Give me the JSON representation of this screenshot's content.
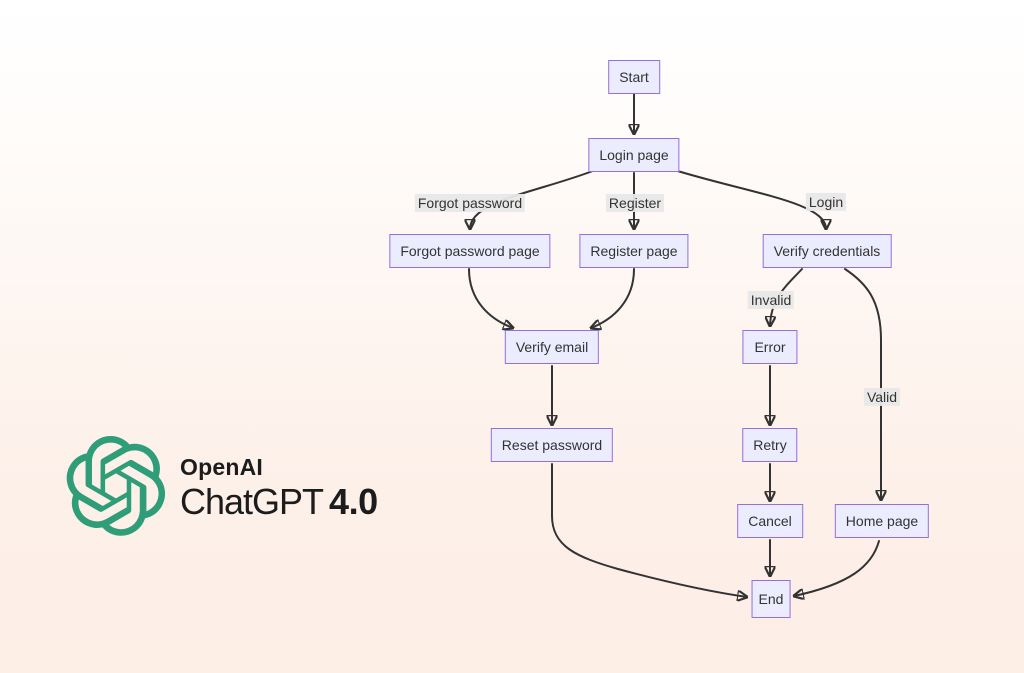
{
  "background": {
    "top_color": "#ffffff",
    "bottom_color": "#fdeee6"
  },
  "branding": {
    "logo_icon": "openai-flower-logo",
    "logo_color": "#2e9d78",
    "name": "OpenAI",
    "product": "ChatGPT",
    "version": "4.0",
    "text_color": "#1c1c1c"
  },
  "diagram": {
    "type": "flowchart",
    "direction": "top-down",
    "style": {
      "node_fill": "#ececff",
      "node_border": "#9370db",
      "node_text_color": "#333333",
      "edge_color": "#333333",
      "edge_label_bg": "#e8e8e8"
    },
    "nodes": {
      "start": {
        "label": "Start"
      },
      "login_page": {
        "label": "Login page"
      },
      "forgot_password_page": {
        "label": "Forgot password page"
      },
      "register_page": {
        "label": "Register page"
      },
      "verify_credentials": {
        "label": "Verify credentials"
      },
      "verify_email": {
        "label": "Verify email"
      },
      "error": {
        "label": "Error"
      },
      "reset_password": {
        "label": "Reset password"
      },
      "retry": {
        "label": "Retry"
      },
      "cancel": {
        "label": "Cancel"
      },
      "home_page": {
        "label": "Home page"
      },
      "end": {
        "label": "End"
      }
    },
    "edge_labels": {
      "forgot_password": "Forgot password",
      "register": "Register",
      "login": "Login",
      "invalid": "Invalid",
      "valid": "Valid"
    },
    "edges": [
      {
        "from": "Start",
        "to": "Login page",
        "label": ""
      },
      {
        "from": "Login page",
        "to": "Forgot password page",
        "label": "Forgot password"
      },
      {
        "from": "Login page",
        "to": "Register page",
        "label": "Register"
      },
      {
        "from": "Login page",
        "to": "Verify credentials",
        "label": "Login"
      },
      {
        "from": "Forgot password page",
        "to": "Verify email",
        "label": ""
      },
      {
        "from": "Register page",
        "to": "Verify email",
        "label": ""
      },
      {
        "from": "Verify email",
        "to": "Reset password",
        "label": ""
      },
      {
        "from": "Reset password",
        "to": "End",
        "label": ""
      },
      {
        "from": "Verify credentials",
        "to": "Error",
        "label": "Invalid"
      },
      {
        "from": "Verify credentials",
        "to": "Home page",
        "label": "Valid"
      },
      {
        "from": "Error",
        "to": "Retry",
        "label": ""
      },
      {
        "from": "Retry",
        "to": "Cancel",
        "label": ""
      },
      {
        "from": "Cancel",
        "to": "End",
        "label": ""
      },
      {
        "from": "Home page",
        "to": "End",
        "label": ""
      }
    ]
  }
}
